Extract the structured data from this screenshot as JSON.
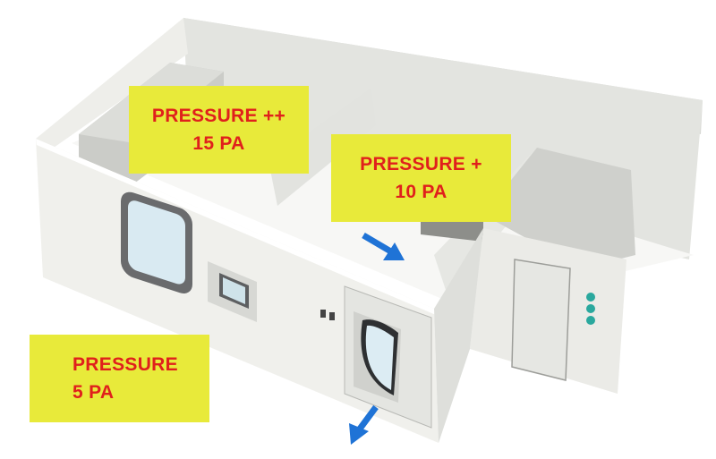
{
  "zones": {
    "high": {
      "line1": "PRESSURE ++",
      "line2": "15 PA"
    },
    "medium": {
      "line1": "PRESSURE +",
      "line2": "10 PA"
    },
    "low": {
      "line1": "PRESSURE",
      "line2": "5 PA"
    }
  },
  "colors": {
    "label_background": "#e8ea3a",
    "label_text": "#e0201c",
    "airflow_arrow": "#1f73d6",
    "panel_wall": "#eeeeea",
    "panel_inner": "#d9dad6"
  },
  "icons": [
    "airflow-arrow-icon",
    "door-icon",
    "window-icon",
    "indicator-light-icon"
  ]
}
